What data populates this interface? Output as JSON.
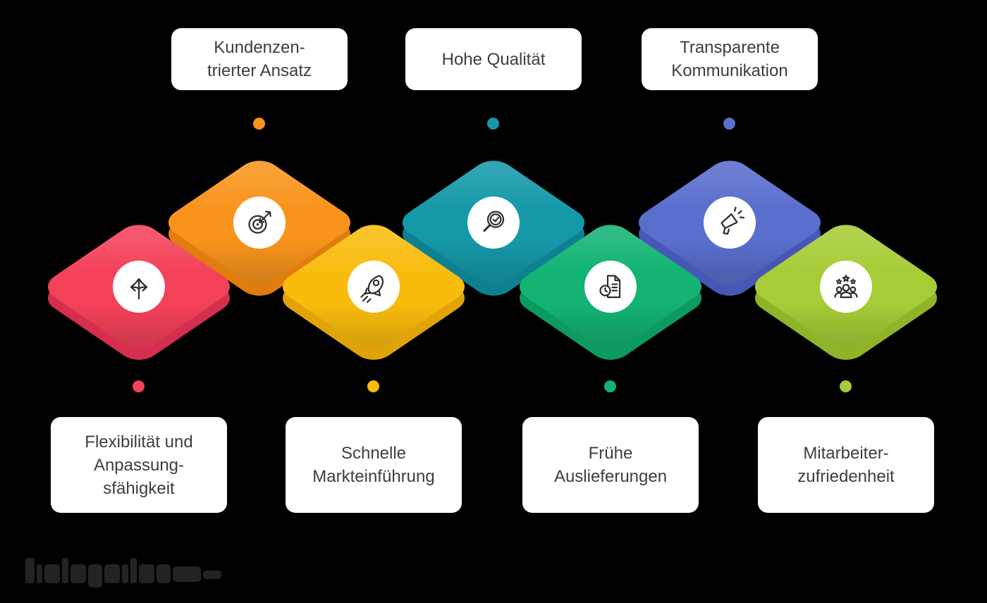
{
  "background": "#000000",
  "card_background": "#ffffff",
  "label_text_color": "#3e3e3e",
  "icon_stroke_color": "#2d2d2d",
  "items": [
    {
      "label": "Flexibilität und\nAnpassung-\nsfähigkeit",
      "position": "bottom",
      "icon": "branching-arrows-icon",
      "color": "#f4415a",
      "shade": "#d42f4e"
    },
    {
      "label": "Kundenzen-\ntrierter Ansatz",
      "position": "top",
      "icon": "target-dart-icon",
      "color": "#f8941c",
      "shade": "#e07d0e"
    },
    {
      "label": "Schnelle\nMarkteinführung",
      "position": "bottom",
      "icon": "rocket-icon",
      "color": "#f9bc0d",
      "shade": "#e0a309"
    },
    {
      "label": "Hohe Qualität",
      "position": "top",
      "icon": "magnifier-check-icon",
      "color": "#1599a9",
      "shade": "#0d8191"
    },
    {
      "label": "Frühe\nAuslieferungen",
      "position": "bottom",
      "icon": "document-clock-icon",
      "color": "#12b373",
      "shade": "#0c9a61"
    },
    {
      "label": "Transparente\nKommunikation",
      "position": "top",
      "icon": "megaphone-icon",
      "color": "#5a6ecd",
      "shade": "#4757b5"
    },
    {
      "label": "Mitarbeiter-\nzufriedenheit",
      "position": "bottom",
      "icon": "team-stars-icon",
      "color": "#a7cc37",
      "shade": "#8fb428"
    }
  ],
  "watermark": {
    "legible": false
  }
}
